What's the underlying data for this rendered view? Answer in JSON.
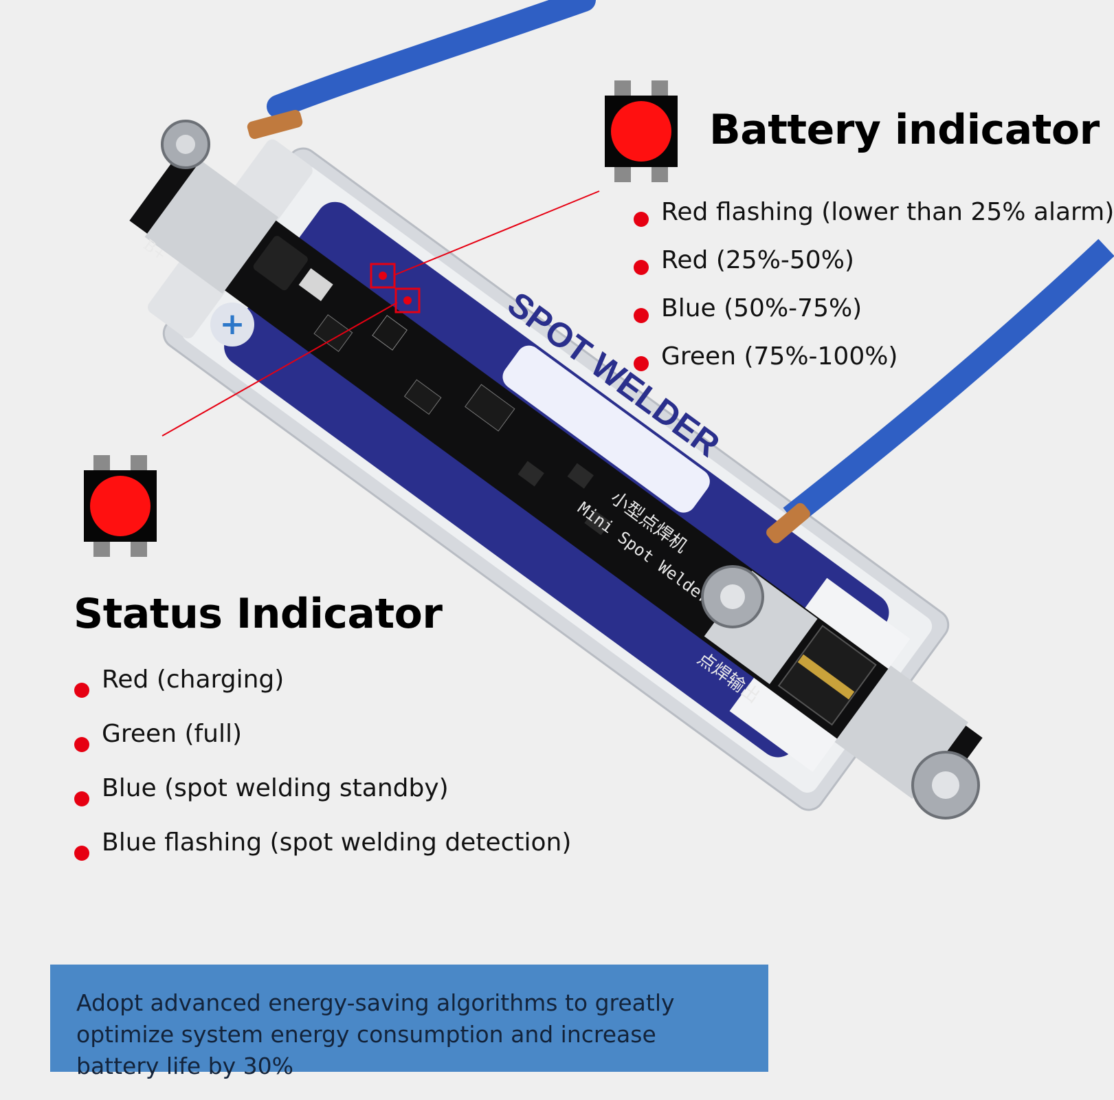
{
  "colors": {
    "background": "#efefef",
    "led_red": "#e60012",
    "pcb_black": "#0f0f10",
    "cell_blue": "#2a2f8c",
    "wire_blue": "#2f5fc4",
    "banner_blue": "#4a88c7"
  },
  "product": {
    "label_top": "SPOT WELDER",
    "board_title_cn": "小型点焊机",
    "board_title_en": "Mini Spot Welder",
    "terminal_label_top": "点焊输出",
    "terminal_label_bottom": "点焊输出",
    "pad_label": "B+",
    "plus_symbol": "+"
  },
  "battery_indicator": {
    "icon": "red-led-icon",
    "title": "Battery indicator",
    "items": [
      "Red flashing (lower than 25% alarm)",
      "Red (25%-50%)",
      "Blue (50%-75%)",
      "Green (75%-100%)"
    ]
  },
  "status_indicator": {
    "icon": "red-led-icon",
    "title": "Status Indicator",
    "items": [
      "Red (charging)",
      "Green (full)",
      "Blue (spot welding standby)",
      "Blue flashing (spot welding detection)"
    ]
  },
  "banner": {
    "text": "Adopt advanced energy-saving algorithms to greatly optimize system energy consumption and increase battery life by 30%"
  }
}
